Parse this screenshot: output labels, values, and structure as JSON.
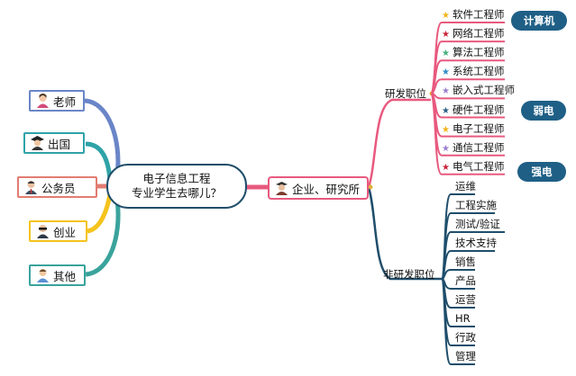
{
  "central": {
    "line1": "电子信息工程",
    "line2": "专业学生去哪儿？"
  },
  "left_branches": [
    {
      "label": "老师",
      "color": "#6a86c8",
      "icon": "teacher-avatar"
    },
    {
      "label": "出国",
      "color": "#2fa3a8",
      "icon": "graduate-avatar"
    },
    {
      "label": "公务员",
      "color": "#e27c72",
      "icon": "official-avatar"
    },
    {
      "label": "创业",
      "color": "#f5c31c",
      "icon": "entrepreneur-avatar"
    },
    {
      "label": "其他",
      "color": "#3aa39c",
      "icon": "other-avatar"
    }
  ],
  "main_branch": {
    "label": "企业、研究所",
    "color": "#e8597e",
    "icon": "scholar-avatar"
  },
  "research": {
    "label": "研发职位",
    "color": "#e8597e",
    "items": [
      {
        "label": "软件工程师",
        "star_color": "#f2b418"
      },
      {
        "label": "网络工程师",
        "star_color": "#c8243a"
      },
      {
        "label": "算法工程师",
        "star_color": "#42b07a"
      },
      {
        "label": "系统工程师",
        "star_color": "#2f8ec9"
      },
      {
        "label": "嵌入式工程师",
        "star_color": "#9a7fcf"
      },
      {
        "label": "硬件工程师",
        "star_color": "#2c5f86"
      },
      {
        "label": "电子工程师",
        "star_color": "#f2b418"
      },
      {
        "label": "通信工程师",
        "star_color": "#9a7fcf"
      },
      {
        "label": "电气工程师",
        "star_color": "#c8243a"
      }
    ]
  },
  "non_research": {
    "label": "非研发职位",
    "color": "#1f4e6b",
    "items": [
      "运维",
      "工程实施",
      "测试/验证",
      "技术支持",
      "销售",
      "产品",
      "运营",
      "HR",
      "行政",
      "管理"
    ]
  },
  "tags": [
    {
      "label": "计算机",
      "color": "#1f5f86"
    },
    {
      "label": "弱电",
      "color": "#1f5f86"
    },
    {
      "label": "强电",
      "color": "#1f5f86"
    }
  ]
}
